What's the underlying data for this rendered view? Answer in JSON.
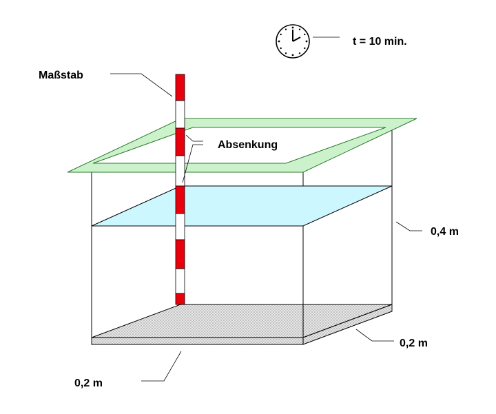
{
  "labels": {
    "time": "t = 10 min.",
    "ruler": "Maßstab",
    "drawdown": "Absenkung",
    "height": "0,4 m",
    "depth": "0,2 m",
    "width": "0,2 m"
  },
  "colors": {
    "ruler_red": "#e8000d",
    "top_plane": "#ccf2cc",
    "water_plane": "#ccf7ff",
    "base_fill": "#e0e0e0",
    "line": "#000000"
  },
  "icons": {
    "clock": "clock-icon"
  }
}
